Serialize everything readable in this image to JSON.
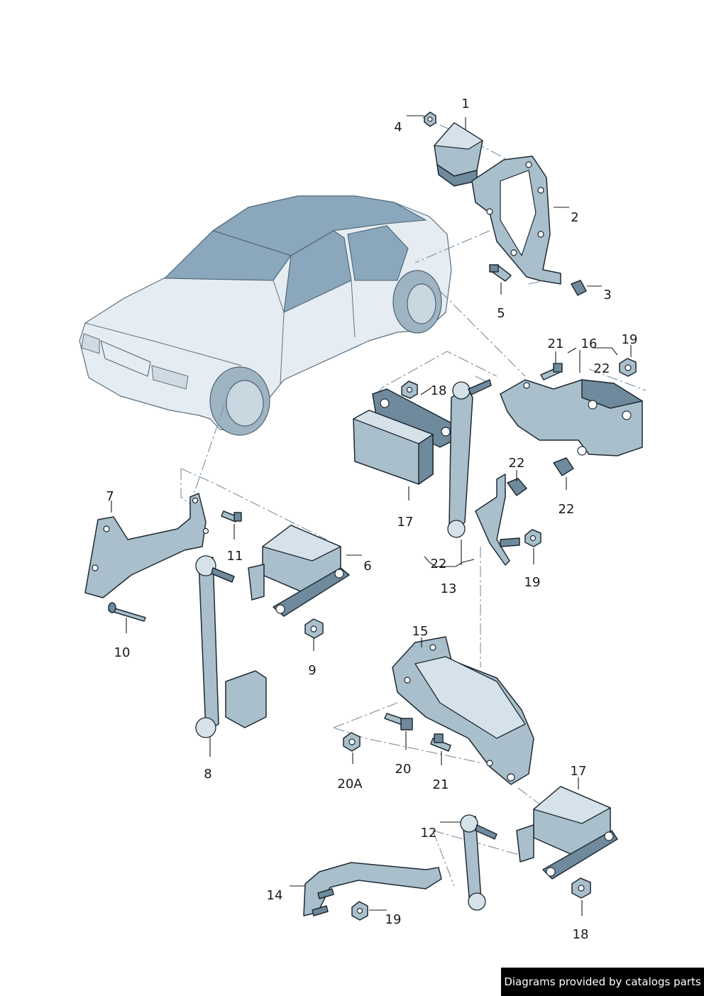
{
  "callouts": {
    "c1": "1",
    "c2": "2",
    "c3": "3",
    "c4": "4",
    "c5": "5",
    "c6": "6",
    "c7": "7",
    "c8": "8",
    "c9": "9",
    "c10": "10",
    "c11": "11",
    "c12": "12",
    "c13": "13",
    "c14": "14",
    "c15": "15",
    "c16": "16",
    "c17a": "17",
    "c17b": "17",
    "c18a": "18",
    "c18b": "18",
    "c19a": "19",
    "c19b": "19",
    "c19c": "19",
    "c20": "20",
    "c20a": "20A",
    "c21a": "21",
    "c21b": "21",
    "c22a": "22",
    "c22b": "22",
    "c22c": "22",
    "c22d": "22"
  },
  "footer": {
    "text": "Diagrams provided by catalogs parts"
  },
  "colors": {
    "part_fill": "#a9bfcc",
    "outline": "#1f2a33",
    "footer_bg": "#000000"
  }
}
